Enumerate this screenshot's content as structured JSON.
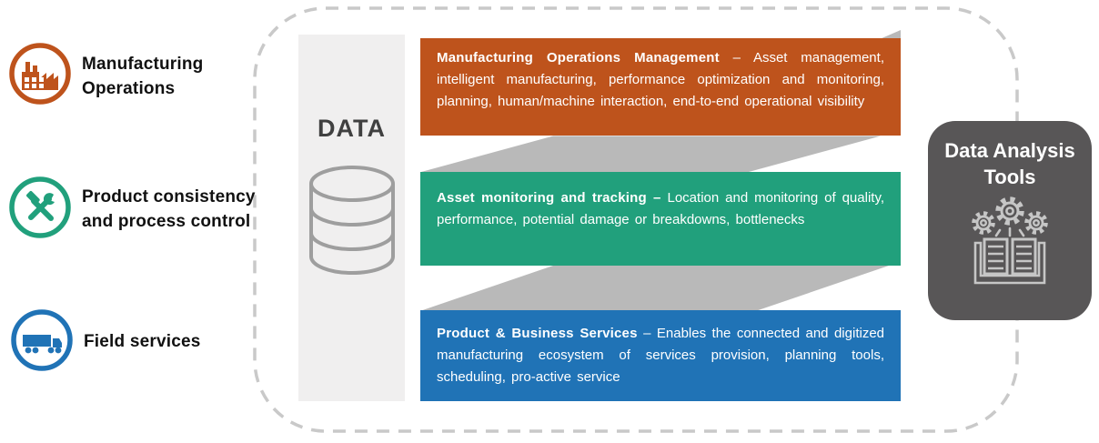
{
  "diagram": {
    "sources": [
      {
        "label": "Manufacturing Operations",
        "icon": "factory-icon",
        "color": "#be531c"
      },
      {
        "label": "Product consistency and process control",
        "icon": "tools-icon",
        "color": "#21a07c"
      },
      {
        "label": "Field services",
        "icon": "truck-icon",
        "color": "#2073b6"
      }
    ],
    "data_store": {
      "label": "DATA",
      "icon": "database-icon"
    },
    "streams": [
      {
        "title": "Manufacturing Operations Management",
        "description": "– Asset management, intelligent manufacturing, performance optimization and monitoring, planning, human/machine interaction, end-to-end operational visibility",
        "color": "#be531c"
      },
      {
        "title": "Asset monitoring and tracking –",
        "description": "Location and monitoring of quality, performance, potential damage or breakdowns, bottlenecks",
        "color": "#21a07c"
      },
      {
        "title": "Product & Business Services",
        "description": "– Enables the connected and digitized manufacturing ecosystem of services provision, planning tools, scheduling, pro-active service",
        "color": "#2073b6"
      }
    ],
    "analysis": {
      "title": "Data Analysis Tools",
      "icon": "gears-book-icon"
    },
    "colors": {
      "orange": "#be531c",
      "green": "#21a07c",
      "blue": "#2073b6",
      "dark_gray_box": "#585657",
      "ribbon_fold_gray": "#b9b9b9",
      "data_column_bg": "#f0efef",
      "dashed_border": "#c9c9c9",
      "cylinder_stroke": "#9e9e9e",
      "analysis_icon_stroke": "#c6c6c6"
    }
  }
}
